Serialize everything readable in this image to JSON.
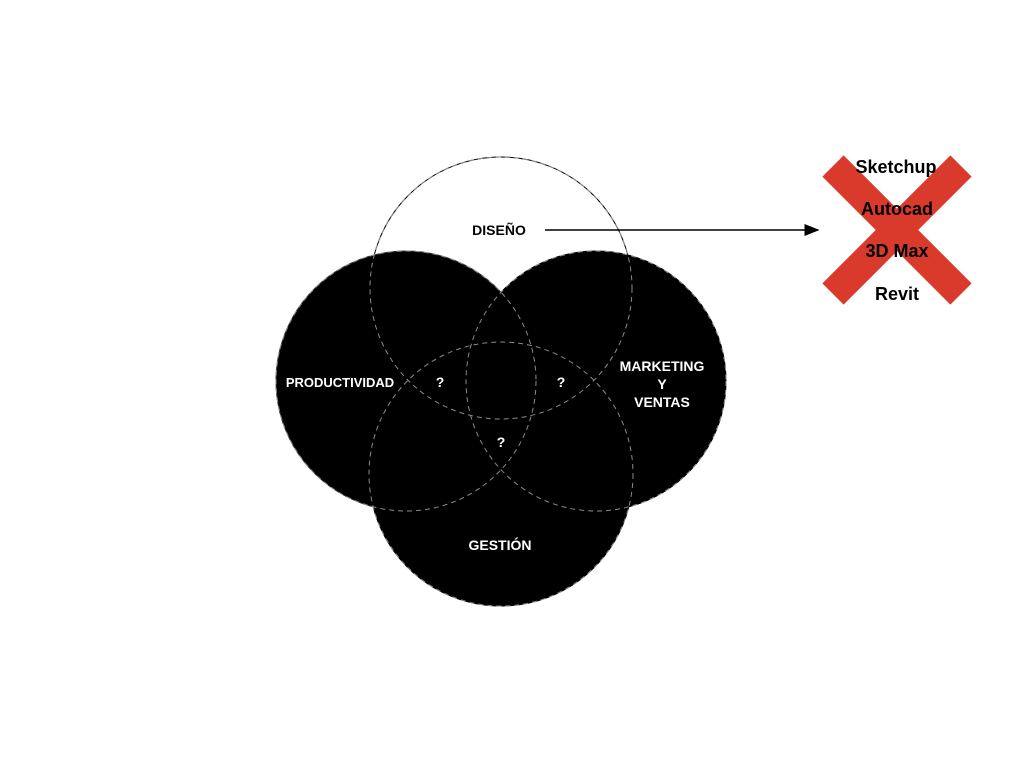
{
  "diagram": {
    "type": "venn",
    "sets": [
      {
        "label": "DISEÑO",
        "fill": "#ffffff",
        "label_color": "#000000"
      },
      {
        "label": "PRODUCTIVIDAD",
        "fill": "#000000",
        "label_color": "#ffffff"
      },
      {
        "label_lines": [
          "MARKETING",
          "Y",
          "VENTAS"
        ],
        "fill": "#000000",
        "label_color": "#ffffff"
      },
      {
        "label": "GESTIÓN",
        "fill": "#000000",
        "label_color": "#ffffff"
      }
    ],
    "intersections": [
      "?",
      "?",
      "?"
    ],
    "crossed_tools": {
      "items": [
        "Sketchup",
        "Autocad",
        "3D Max",
        "Revit"
      ],
      "cross_color": "#d93a2b",
      "text_color": "#000000"
    },
    "arrow": {
      "from": "DISEÑO",
      "to": "crossed_tools"
    }
  }
}
